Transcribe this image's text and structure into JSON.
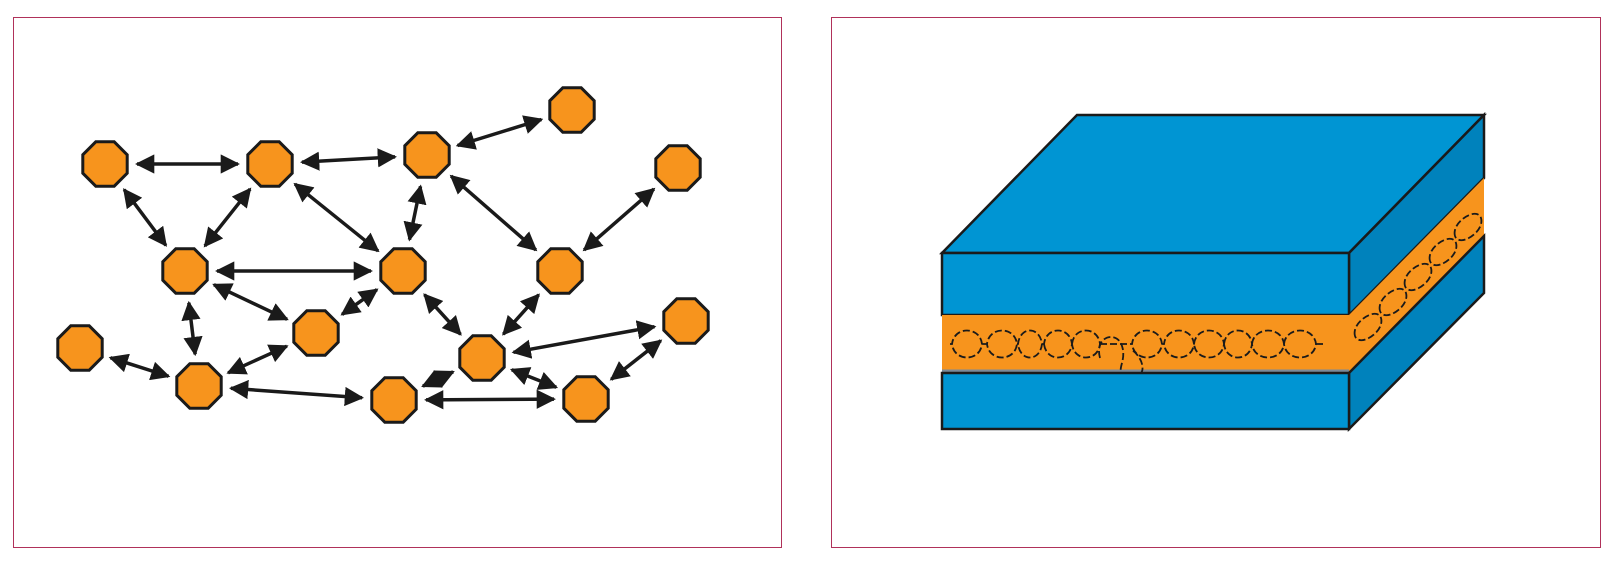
{
  "colors": {
    "frame": "#b0315a",
    "particle_fill": "#f7941d",
    "outline": "#1a1a1a",
    "slab_front": "#0095d3",
    "slab_top": "#0095d3",
    "slab_side": "#0082bc",
    "interlayer": "#f7941d"
  },
  "left_diagram": {
    "node_count": 16,
    "link_count": 22,
    "link_style": "double-headed arrow"
  },
  "right_diagram": {
    "slab_count": 2,
    "interlayer_count": 1,
    "interlayer_content": "dashed-chain"
  }
}
